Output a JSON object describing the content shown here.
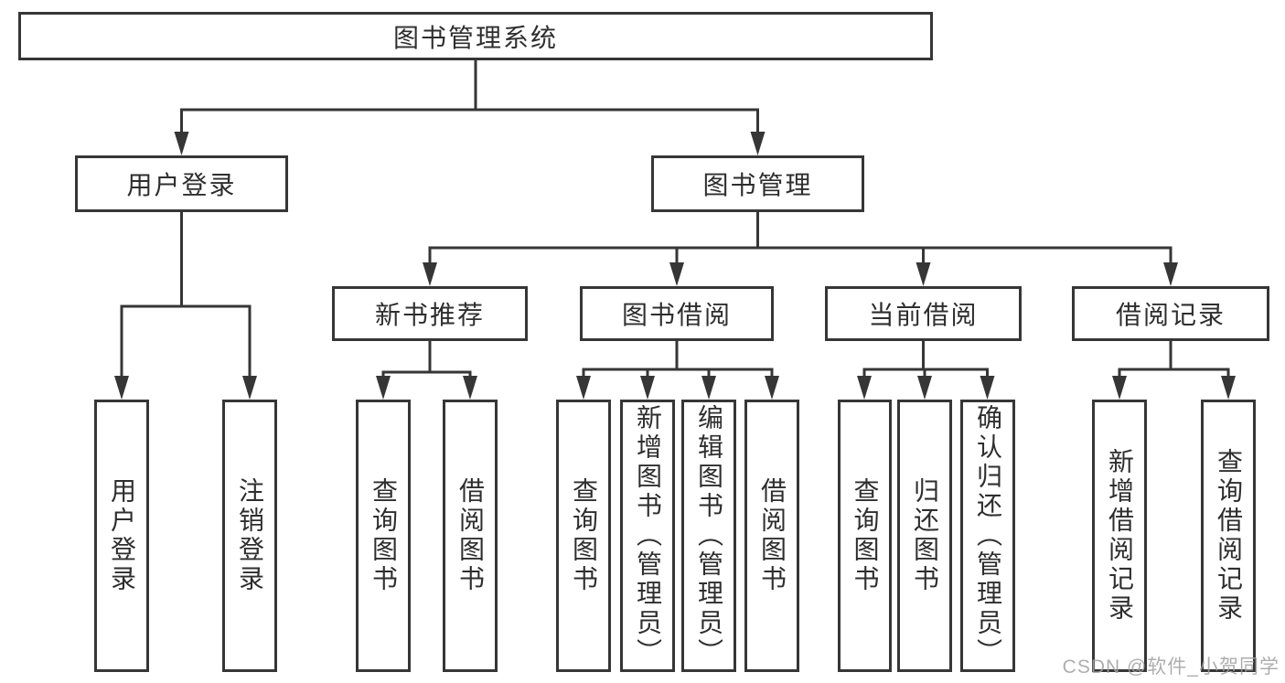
{
  "diagram": {
    "type": "tree",
    "root": {
      "label": "图书管理系统",
      "children": [
        {
          "label": "用户登录",
          "children": [
            {
              "label": "用户登录"
            },
            {
              "label": "注销登录"
            }
          ]
        },
        {
          "label": "图书管理",
          "children": [
            {
              "label": "新书推荐",
              "children": [
                {
                  "label": "查询图书"
                },
                {
                  "label": "借阅图书"
                }
              ]
            },
            {
              "label": "图书借阅",
              "children": [
                {
                  "label": "查询图书"
                },
                {
                  "label": "新增图书（管理员）"
                },
                {
                  "label": "编辑图书（管理员）"
                },
                {
                  "label": "借阅图书"
                }
              ]
            },
            {
              "label": "当前借阅",
              "children": [
                {
                  "label": "查询图书"
                },
                {
                  "label": "归还图书"
                },
                {
                  "label": "确认归还（管理员）"
                }
              ]
            },
            {
              "label": "借阅记录",
              "children": [
                {
                  "label": "新增借阅记录"
                },
                {
                  "label": "查询借阅记录"
                }
              ]
            }
          ]
        }
      ]
    }
  },
  "watermark": {
    "text": "CSDN @软件_小贺同学"
  },
  "colors": {
    "line": "#363636",
    "text": "#2e2e2e",
    "box_background": "#ffffff",
    "watermark": "#a0a0a0",
    "background": "#ffffff"
  }
}
